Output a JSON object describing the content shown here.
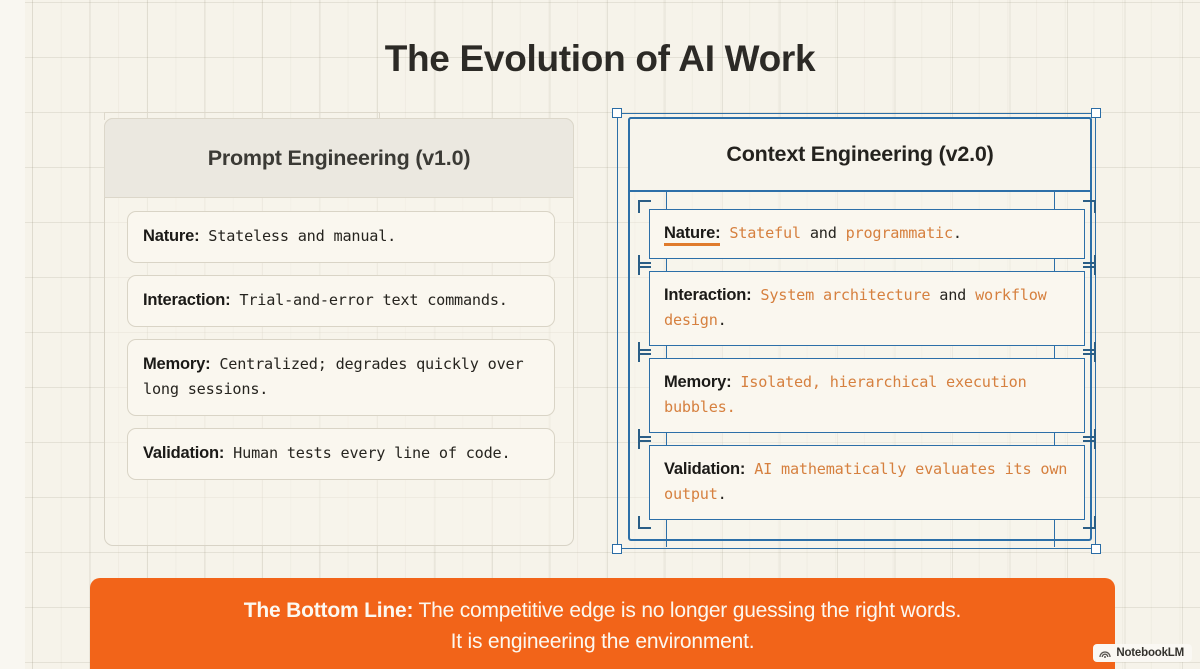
{
  "page": {
    "title": "The Evolution of AI Work",
    "background_color": "#F7F4EC",
    "accent_orange": "#F26419",
    "highlight_orange": "#D6803F",
    "selection_blue": "#2C6FA8"
  },
  "left_panel": {
    "header": "Prompt Engineering (v1.0)",
    "cards": [
      {
        "label": "Nature:",
        "text": " Stateless and manual."
      },
      {
        "label": "Interaction:",
        "text": " Trial-and-error text commands."
      },
      {
        "label": "Memory:",
        "text": " Centralized; degrades quickly over long sessions."
      },
      {
        "label": "Validation:",
        "text": " Human tests every line of code."
      }
    ]
  },
  "right_panel": {
    "header": "Context Engineering (v2.0)",
    "cards": [
      {
        "label": "Nature:",
        "segments": [
          {
            "text": " ",
            "highlight": false
          },
          {
            "text": "Stateful",
            "highlight": true
          },
          {
            "text": " and ",
            "highlight": false
          },
          {
            "text": "programmatic",
            "highlight": true
          },
          {
            "text": ".",
            "highlight": false
          }
        ]
      },
      {
        "label": "Interaction:",
        "segments": [
          {
            "text": " ",
            "highlight": false
          },
          {
            "text": "System architecture",
            "highlight": true
          },
          {
            "text": " and ",
            "highlight": false
          },
          {
            "text": "workflow design",
            "highlight": true
          },
          {
            "text": ".",
            "highlight": false
          }
        ]
      },
      {
        "label": "Memory:",
        "segments": [
          {
            "text": " ",
            "highlight": false
          },
          {
            "text": "Isolated, hierarchical execution bubbles.",
            "highlight": true
          }
        ]
      },
      {
        "label": "Validation:",
        "segments": [
          {
            "text": " ",
            "highlight": false
          },
          {
            "text": "AI mathematically evaluates its own output",
            "highlight": true
          },
          {
            "text": ".",
            "highlight": false
          }
        ]
      }
    ]
  },
  "banner": {
    "strong": "The Bottom Line:",
    "line1": " The competitive edge is no longer guessing the right words.",
    "line2": "It is engineering the environment."
  },
  "watermark": {
    "label": "NotebookLM",
    "icon": "notebooklm-logo-icon"
  }
}
